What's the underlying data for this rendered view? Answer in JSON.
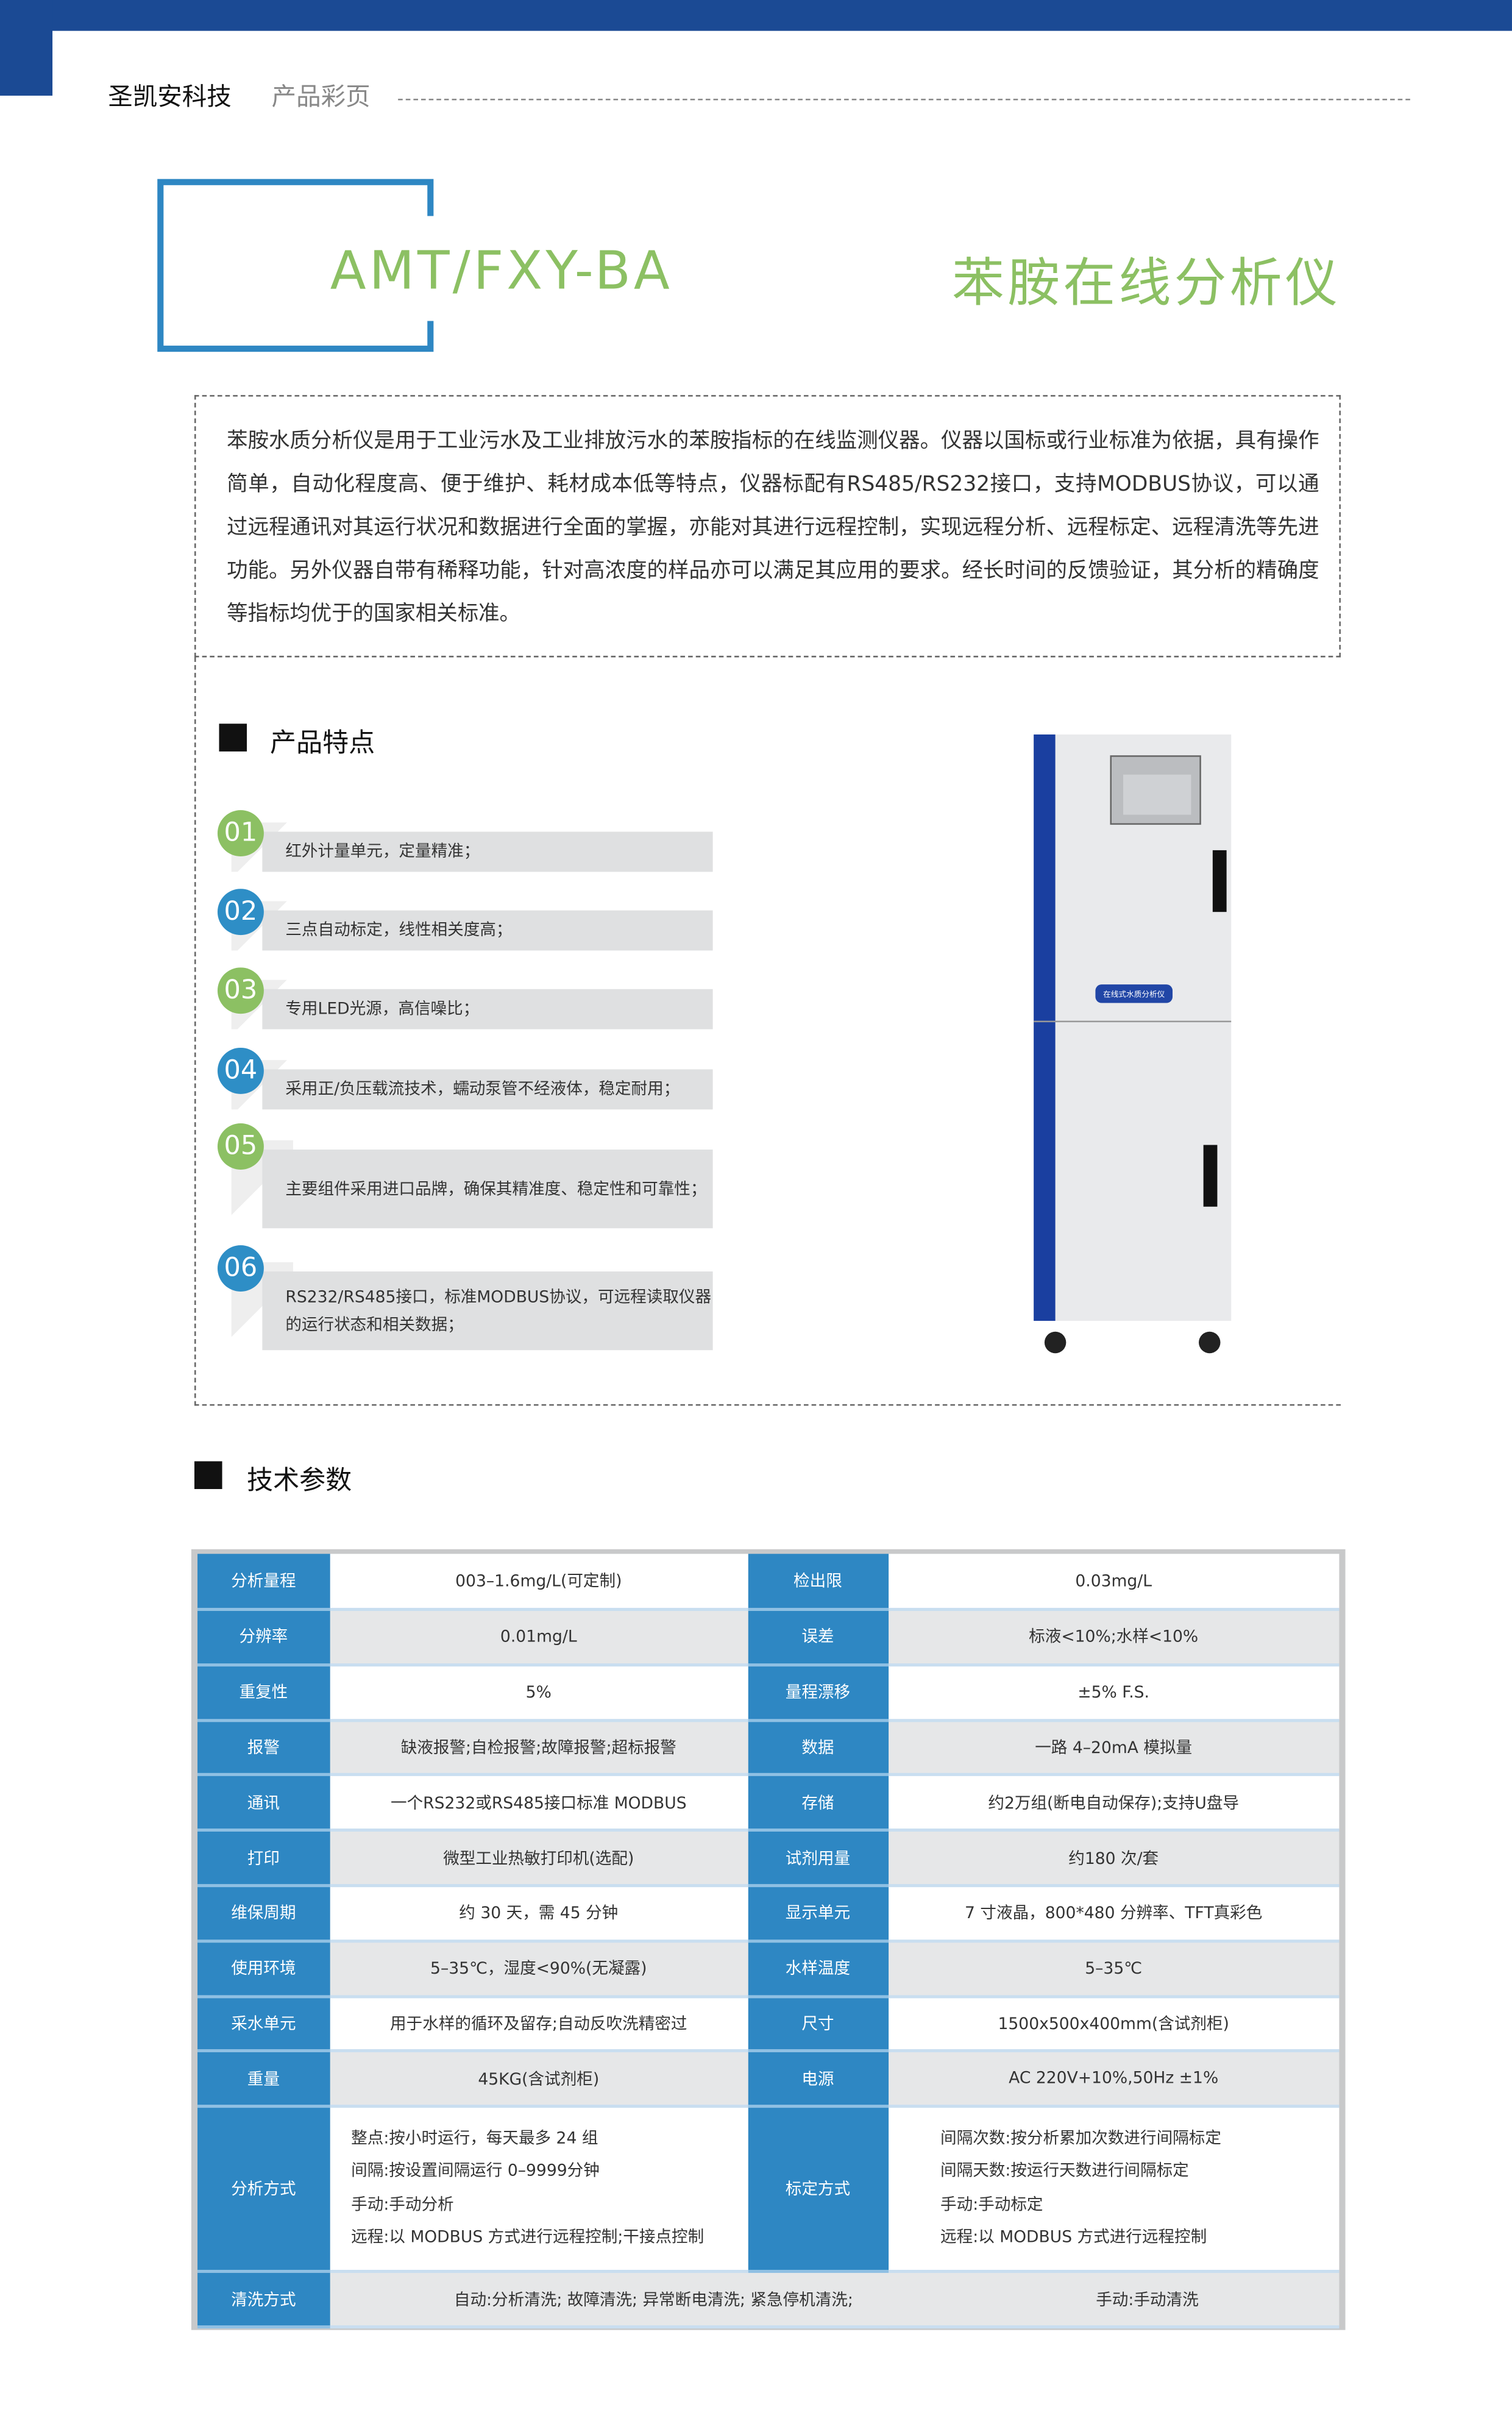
{
  "header": {
    "company": "圣凯安科技",
    "subtitle": "产品彩页"
  },
  "product": {
    "model": "AMT/FXY-BA",
    "name": "苯胺在线分析仪",
    "device_label": "在线式水质分析仪"
  },
  "description": "苯胺水质分析仪是用于工业污水及工业排放污水的苯胺指标的在线监测仪器。仪器以国标或行业标准为依据，具有操作简单，自动化程度高、便于维护、耗材成本低等特点，仪器标配有RS485/RS232接口，支持MODBUS协议，可以通过远程通讯对其运行状况和数据进行全面的掌握，亦能对其进行远程控制，实现远程分析、远程标定、远程清洗等先进功能。另外仪器自带有稀释功能，针对高浓度的样品亦可以满足其应用的要求。经长时间的反馈验证，其分析的精确度等指标均优于的国家相关标准。",
  "features": {
    "heading": "产品特点",
    "items": [
      {
        "num": "01",
        "text": "红外计量单元，定量精准；",
        "color": "green"
      },
      {
        "num": "02",
        "text": "三点自动标定，线性相关度高；",
        "color": "blue"
      },
      {
        "num": "03",
        "text": "专用LED光源，高信噪比；",
        "color": "green"
      },
      {
        "num": "04",
        "text": "采用正/负压载流技术，蠕动泵管不经液体，稳定耐用；",
        "color": "blue"
      },
      {
        "num": "05",
        "text": "主要组件采用进口品牌，确保其精准度、稳定性和可靠性；",
        "color": "green"
      },
      {
        "num": "06",
        "text": "RS232/RS485接口，标准MODBUS协议，可远程读取仪器的运行状态和相关数据；",
        "color": "blue"
      }
    ]
  },
  "specs": {
    "heading": "技术参数",
    "rows": [
      [
        "分析量程",
        "003–1.6mg/L(可定制)",
        "检出限",
        "0.03mg/L"
      ],
      [
        "分辨率",
        "0.01mg/L",
        "误差",
        "标液<10%;水样<10%"
      ],
      [
        "重复性",
        "5%",
        "量程漂移",
        "±5% F.S."
      ],
      [
        "报警",
        "缺液报警;自检报警;故障报警;超标报警",
        "数据",
        "一路 4–20mA 模拟量"
      ],
      [
        "通讯",
        "一个RS232或RS485接口标准 MODBUS",
        "存储",
        "约2万组(断电自动保存);支持U盘导"
      ],
      [
        "打印",
        "微型工业热敏打印机(选配)",
        "试剂用量",
        "约180 次/套"
      ],
      [
        "维保周期",
        "约 30 天，需 45 分钟",
        "显示单元",
        "7 寸液晶，800*480 分辨率、TFT真彩色"
      ],
      [
        "使用环境",
        "5–35℃，湿度<90%(无凝露)",
        "水样温度",
        "5–35℃"
      ],
      [
        "采水单元",
        "用于水样的循环及留存;自动反吹洗精密过",
        "尺寸",
        "1500x500x400mm(含试剂柜)"
      ],
      [
        "重量",
        "45KG(含试剂柜)",
        "电源",
        "AC 220V+10%,50Hz ±1%"
      ]
    ],
    "analysis": {
      "label": "分析方式",
      "lines": [
        "整点:按小时运行，每天最多 24 组",
        "间隔:按设置间隔运行 0–9999分钟",
        "手动:手动分析",
        "远程:以 MODBUS 方式进行远程控制;干接点控制"
      ]
    },
    "calibration": {
      "label": "标定方式",
      "lines": [
        "间隔次数:按分析累加次数进行间隔标定",
        "间隔天数:按运行天数进行间隔标定",
        "手动:手动标定",
        "远程:以 MODBUS 方式进行远程控制"
      ]
    },
    "cleaning": {
      "label": "清洗方式",
      "auto": "自动:分析清洗; 故障清洗; 异常断电清洗; 紧急停机清洗;",
      "manual": "手动:手动清洗"
    }
  },
  "colors": {
    "brand_blue": "#1b4a94",
    "accent_blue": "#2e87c3",
    "green": "#8cc063"
  }
}
